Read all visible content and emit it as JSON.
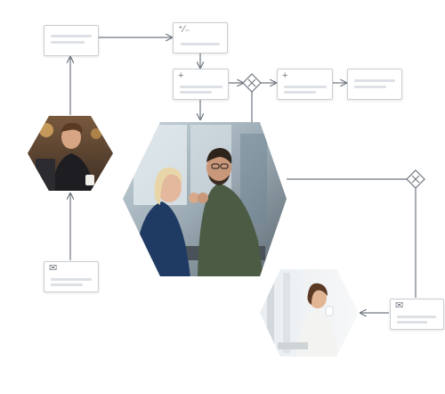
{
  "diagram": {
    "colors": {
      "connector": "#6f7680",
      "card_border": "#c9ced4",
      "placeholder_bar": "#dde1e6",
      "gateway_fill": "#ffffff"
    },
    "nodes": [
      {
        "id": "task-top-left",
        "kind": "task",
        "icon": "none"
      },
      {
        "id": "task-start-top",
        "kind": "task",
        "icon": "plus-minus-icon"
      },
      {
        "id": "task-add-middle",
        "kind": "task",
        "icon": "plus-icon"
      },
      {
        "id": "task-add-right",
        "kind": "task",
        "icon": "plus-icon"
      },
      {
        "id": "task-end-right",
        "kind": "task",
        "icon": "none"
      },
      {
        "id": "task-message-left",
        "kind": "task",
        "icon": "envelope-icon"
      },
      {
        "id": "task-message-right",
        "kind": "task",
        "icon": "envelope-icon"
      },
      {
        "id": "gateway-top",
        "kind": "exclusive-gateway",
        "icon": "x-icon"
      },
      {
        "id": "gateway-right",
        "kind": "exclusive-gateway",
        "icon": "x-icon"
      },
      {
        "id": "photo-man-laptop",
        "kind": "photo-hexagon",
        "icon": "none"
      },
      {
        "id": "photo-team-fistbump",
        "kind": "photo-hexagon",
        "icon": "none"
      },
      {
        "id": "photo-woman-cup",
        "kind": "photo-hexagon",
        "icon": "none"
      }
    ]
  }
}
